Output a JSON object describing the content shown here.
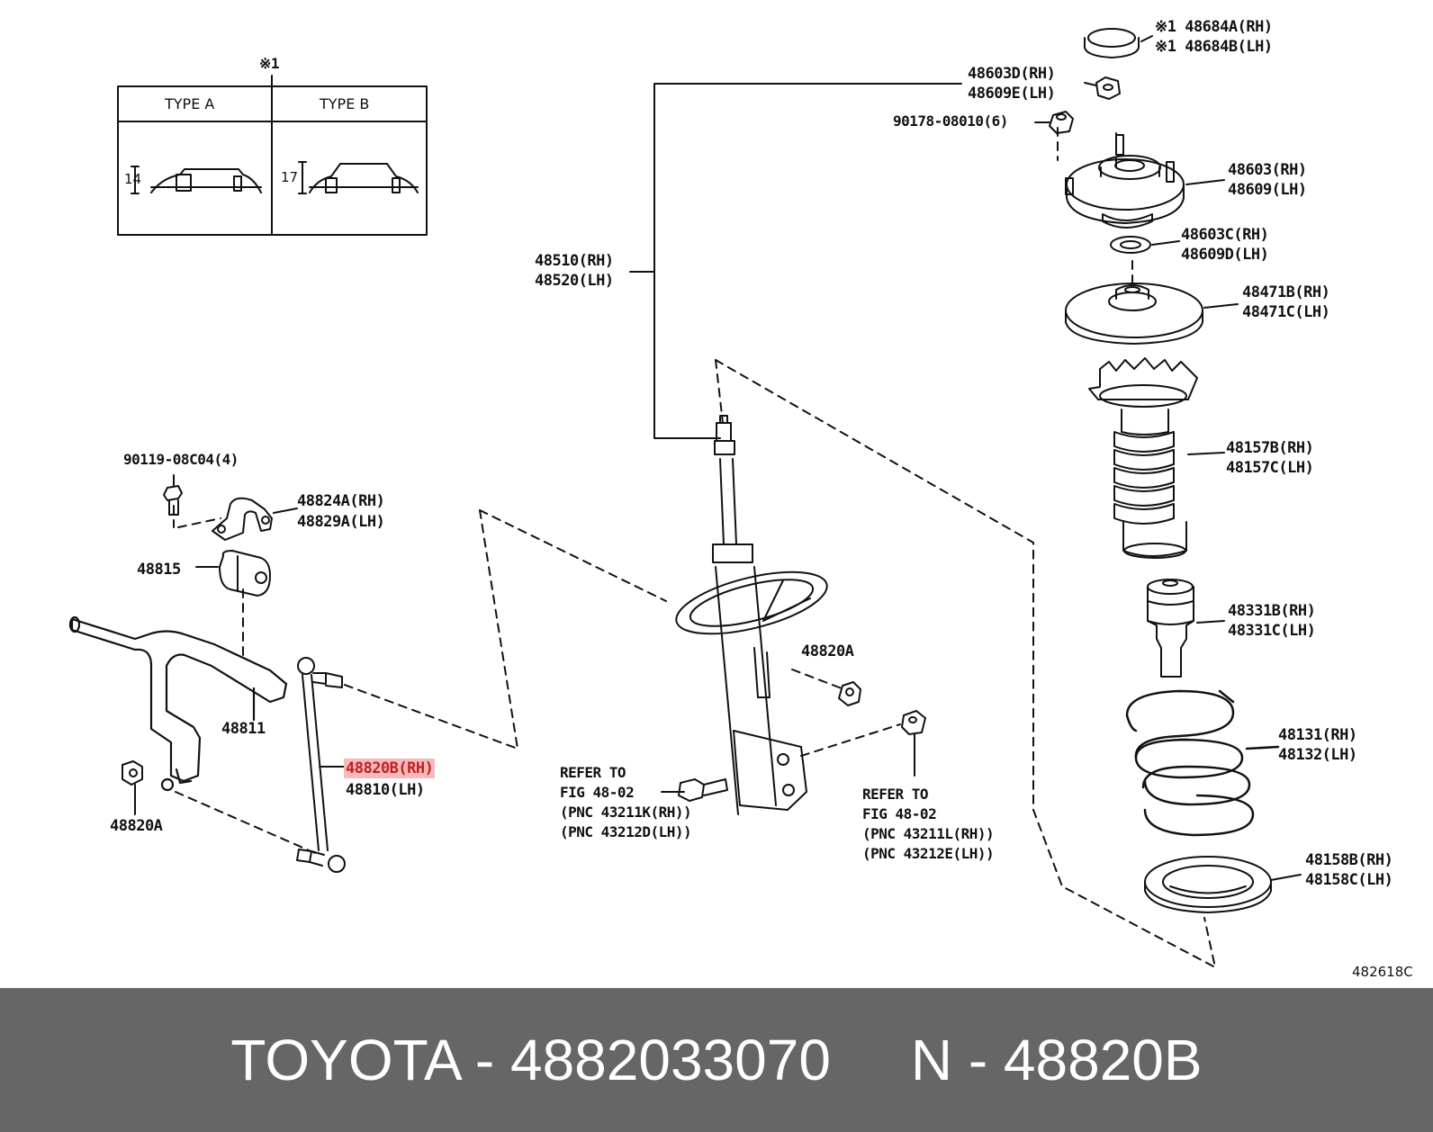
{
  "diagram": {
    "note_mark": "※1",
    "type_table": {
      "type_a": "TYPE A",
      "type_b": "TYPE B",
      "dim_a": "14",
      "dim_b": "17"
    },
    "labels": {
      "p48684a": "※1 48684A(RH)",
      "p48684b": "※1 48684B(LH)",
      "p48603d": "48603D(RH)",
      "p48609e": "48609E(LH)",
      "p90178": "90178-08010(6)",
      "p48603": "48603(RH)",
      "p48609": "48609(LH)",
      "p48603c": "48603C(RH)",
      "p48609d": "48609D(LH)",
      "p48510": "48510(RH)",
      "p48520": "48520(LH)",
      "p48471b": "48471B(RH)",
      "p48471c": "48471C(LH)",
      "p48157b": "48157B(RH)",
      "p48157c": "48157C(LH)",
      "p90119": "90119-08C04(4)",
      "p48824a": "48824A(RH)",
      "p48829a": "48829A(LH)",
      "p48815": "48815",
      "p48331b": "48331B(RH)",
      "p48331c": "48331C(LH)",
      "p48820a_top": "48820A",
      "p48811": "48811",
      "p48131": "48131(RH)",
      "p48132": "48132(LH)",
      "p48820b": "48820B(RH)",
      "p48810": "48810(LH)",
      "p48820a_bottom": "48820A",
      "refer1": [
        "REFER TO",
        "FIG 48-02",
        "(PNC 43211K(RH))",
        "(PNC 43212D(LH))"
      ],
      "refer2": [
        "REFER TO",
        "FIG 48-02",
        "(PNC 43211L(RH))",
        "(PNC 43212E(LH))"
      ],
      "p48158b": "48158B(RH)",
      "p48158c": "48158C(LH)"
    },
    "figure_code": "482618C",
    "highlight_color": "#f7b9bd"
  },
  "footer": {
    "brand": "TOYOTA",
    "part_number": "4882033070",
    "pnc_prefix": "N",
    "pnc": "48820B",
    "text": "TOYOTA - 4882033070     N - 48820B",
    "background": "#666666"
  }
}
